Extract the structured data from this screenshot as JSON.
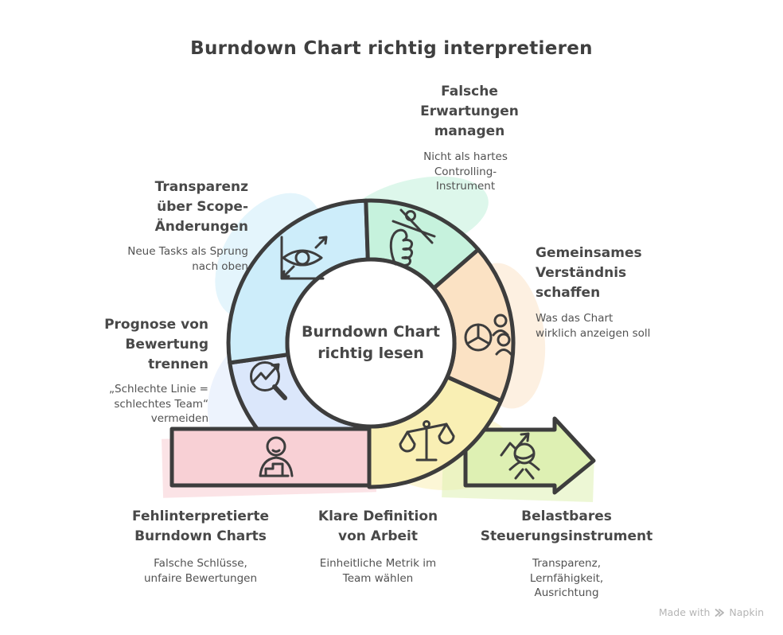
{
  "title": "Burndown Chart richtig interpretieren",
  "center": {
    "label": "Burndown Chart\nrichtig lesen"
  },
  "sections": {
    "expectations": {
      "title": "Falsche\nErwartungen\nmanagen",
      "subtitle": "Nicht als hartes\nControlling-\nInstrument",
      "color": "#c6f2dd",
      "icon": "hand-holding-sticks-icon"
    },
    "transparency": {
      "title": "Transparenz\nüber Scope-\nÄnderungen",
      "subtitle": "Neue Tasks als Sprung\nnach oben",
      "color": "#cdedfa",
      "icon": "eye-chart-icon"
    },
    "prognosis": {
      "title": "Prognose von\nBewertung\ntrennen",
      "subtitle": "„Schlechte Linie =\nschlechtes Team“\nvermeiden",
      "color": "#dbe7fb",
      "icon": "magnifier-trend-icon"
    },
    "understanding": {
      "title": "Gemeinsames\nVerständnis\nschaffen",
      "subtitle": "Was das Chart\nwirklich anzeigen soll",
      "color": "#fbe2c4",
      "icon": "pie-chart-people-icon"
    },
    "misinterpreted": {
      "title": "Fehlinterpretierte\nBurndown Charts",
      "subtitle": "Falsche Schlüsse,\nunfaire Bewertungen",
      "color": "#f8d0d5",
      "icon": "person-bar-chart-icon"
    },
    "definition": {
      "title": "Klare Definition\nvon Arbeit",
      "subtitle": "Einheitliche Metrik im\nTeam wählen",
      "color": "#f9efb4",
      "icon": "balance-scales-icon"
    },
    "instrument": {
      "title": "Belastbares\nSteuerungsinstrument",
      "subtitle": "Transparenz,\nLernfähigkeit,\nAusrichtung",
      "color": "#def0b3",
      "icon": "person-growth-arrow-icon"
    }
  },
  "colors": {
    "outline": "#3d3d3d",
    "title_text": "#3f3f3f",
    "label_text": "#484848",
    "subtitle_text": "#525252",
    "watermark": "#b5b5b5"
  },
  "watermark": {
    "prefix": "Made with",
    "brand": "Napkin"
  }
}
